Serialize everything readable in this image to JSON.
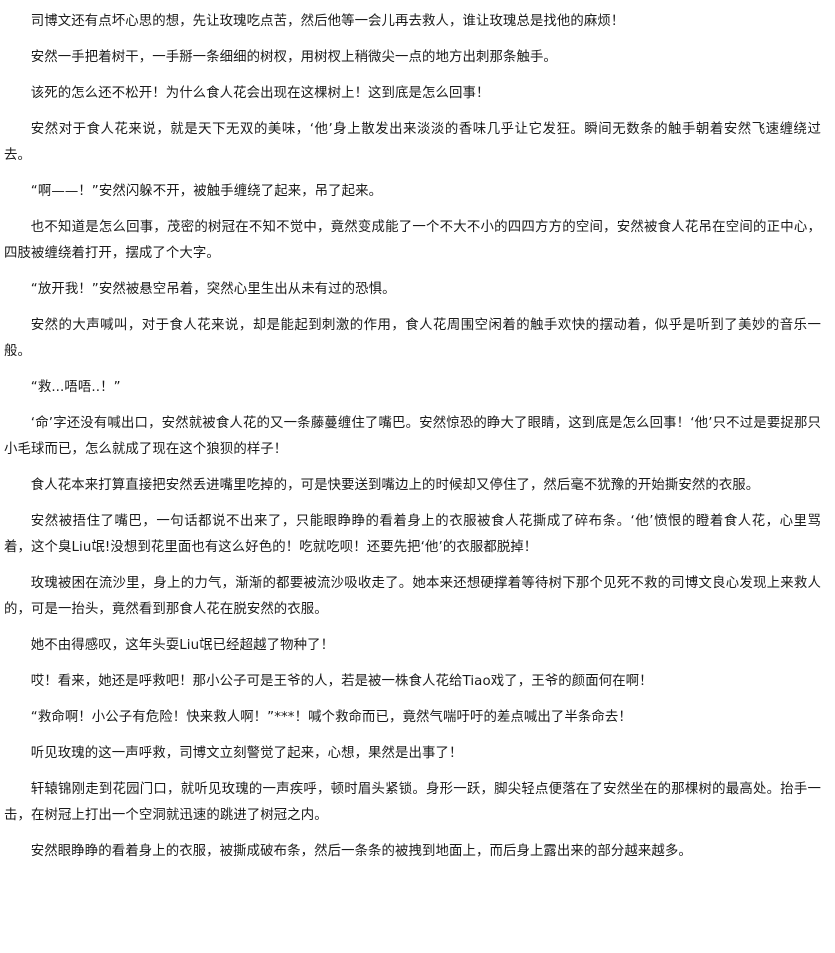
{
  "article": {
    "paragraphs": [
      "司博文还有点坏心思的想，先让玫瑰吃点苦，然后他等一会儿再去救人，谁让玫瑰总是找他的麻烦！",
      "安然一手把着树干，一手掰一条细细的树杈，用树杈上稍微尖一点的地方出刺那条触手。",
      "该死的怎么还不松开！为什么食人花会出现在这棵树上！这到底是怎么回事！",
      "安然对于食人花来说，就是天下无双的美味，‘他’身上散发出来淡淡的香味几乎让它发狂。瞬间无数条的触手朝着安然飞速缠绕过去。",
      "“啊——！”安然闪躲不开，被触手缠绕了起来，吊了起来。",
      "也不知道是怎么回事，茂密的树冠在不知不觉中，竟然变成能了一个不大不小的四四方方的空间，安然被食人花吊在空间的正中心，四肢被缠绕着打开，摆成了个大字。",
      "“放开我！”安然被悬空吊着，突然心里生出从未有过的恐惧。",
      "安然的大声喊叫，对于食人花来说，却是能起到刺激的作用，食人花周围空闲着的触手欢快的摆动着，似乎是听到了美妙的音乐一般。",
      "“救...唔唔..！”",
      "‘命’字还没有喊出口，安然就被食人花的又一条藤蔓缠住了嘴巴。安然惊恐的睁大了眼睛，这到底是怎么回事！‘他’只不过是要捉那只小毛球而已，怎么就成了现在这个狼狈的样子！",
      "食人花本来打算直接把安然丢进嘴里吃掉的，可是快要送到嘴边上的时候却又停住了，然后毫不犹豫的开始撕安然的衣服。",
      "安然被捂住了嘴巴，一句话都说不出来了，只能眼睁睁的看着身上的衣服被食人花撕成了碎布条。‘他’愤恨的瞪着食人花，心里骂着，这个臭Liu氓!没想到花里面也有这么好色的！吃就吃呗！还要先把‘他’的衣服都脱掉！",
      "玫瑰被困在流沙里，身上的力气，渐渐的都要被流沙吸收走了。她本来还想硬撑着等待树下那个见死不救的司博文良心发现上来救人的，可是一抬头，竟然看到那食人花在脱安然的衣服。",
      "她不由得感叹，这年头耍Liu氓已经超越了物种了！",
      "哎！看来，她还是呼救吧！那小公子可是王爷的人，若是被一株食人花给Tiao戏了，王爷的颜面何在啊！",
      "“救命啊！小公子有危险！快来救人啊！”***！喊个救命而已，竟然气喘吁吁的差点喊出了半条命去！",
      "听见玫瑰的这一声呼救，司博文立刻警觉了起来，心想，果然是出事了！",
      "轩辕锦刚走到花园门口，就听见玫瑰的一声疾呼，顿时眉头紧锁。身形一跃，脚尖轻点便落在了安然坐在的那棵树的最高处。抬手一击，在树冠上打出一个空洞就迅速的跳进了树冠之内。",
      "安然眼睁睁的看着身上的衣服，被撕成破布条，然后一条条的被拽到地面上，而后身上露出来的部分越来越多。"
    ]
  }
}
